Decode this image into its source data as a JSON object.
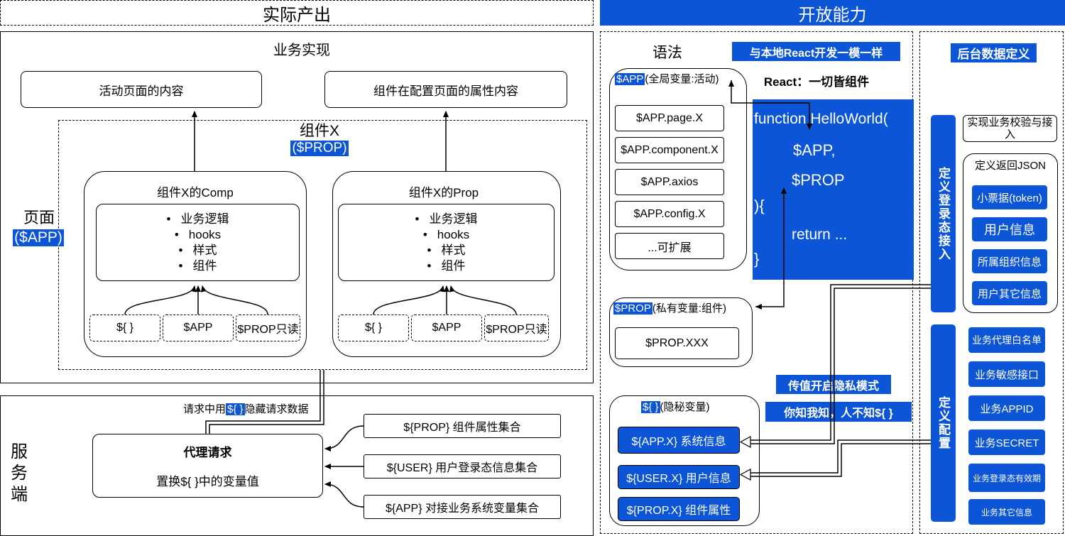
{
  "header": {
    "left_title": "实际产出",
    "right_title": "开放能力"
  },
  "impl": {
    "title": "业务实现",
    "activity_content": "活动页面的内容",
    "prop_content": "组件在配置页面的属性内容",
    "page_label": "页面",
    "page_app": "($APP)",
    "component_title": "组件X",
    "component_prop": "($PROP)",
    "comp": {
      "title": "组件X的Comp",
      "bullets": [
        "业务逻辑",
        "hooks",
        "样式",
        "组件"
      ],
      "inputs": [
        "${ }",
        "$APP",
        "$PROP只读"
      ]
    },
    "prop": {
      "title": "组件X的Prop",
      "bullets": [
        "业务逻辑",
        "hooks",
        "样式",
        "组件"
      ],
      "inputs": [
        "${ }",
        "$APP",
        "$PROP只读"
      ]
    }
  },
  "server": {
    "label": "服务端",
    "request_prefix": "请求中用",
    "request_hl": "${ }",
    "request_suffix": "隐藏请求数据",
    "proxy_title": "代理请求",
    "proxy_desc": "置换${ }中的变量值",
    "sets": [
      "${PROP}  组件属性集合",
      "${USER}  用户登录态信息集合",
      "${APP}  对接业务系统变量集合"
    ]
  },
  "syntax": {
    "title": "语法",
    "react_same": "与本地React开发一模一样",
    "react_all": "React：一切皆组件",
    "app_label": "$APP",
    "app_desc": "(全局变量:活动)",
    "app_items": [
      "$APP.page.X",
      "$APP.component.X",
      "$APP.axios",
      "$APP.config.X",
      "...可扩展"
    ],
    "code": [
      "function HelloWorld(",
      "$APP,",
      "$PROP",
      "){",
      "return ...",
      "}"
    ],
    "prop_label": "$PROP",
    "prop_desc": "(私有变量:组件)",
    "prop_item": "$PROP.XXX",
    "private_mode": "传值开启隐私模式",
    "you_know": "你知我知，人不知${  }",
    "secret_label": "${ }",
    "secret_desc": "(隐秘变量)",
    "secret_items": [
      "${APP.X} 系统信息",
      "${USER.X} 用户信息",
      "${PROP.X} 组件属性"
    ]
  },
  "backend": {
    "title": "后台数据定义",
    "login_bar": "定义登录态接入",
    "verify": "实现业务校验与接入",
    "json_title": "定义返回JSON",
    "json_items": [
      "小票据(token)",
      "用户信息",
      "所属组织信息",
      "用户其它信息"
    ],
    "config_bar": "定义配置",
    "config_items": [
      "业务代理白名单",
      "业务敏感接口",
      "业务APPID",
      "业务SECRET",
      "业务登录态有效期",
      "业务其它信息"
    ]
  },
  "colors": {
    "accent": "#0b55d6",
    "line": "#000000"
  }
}
